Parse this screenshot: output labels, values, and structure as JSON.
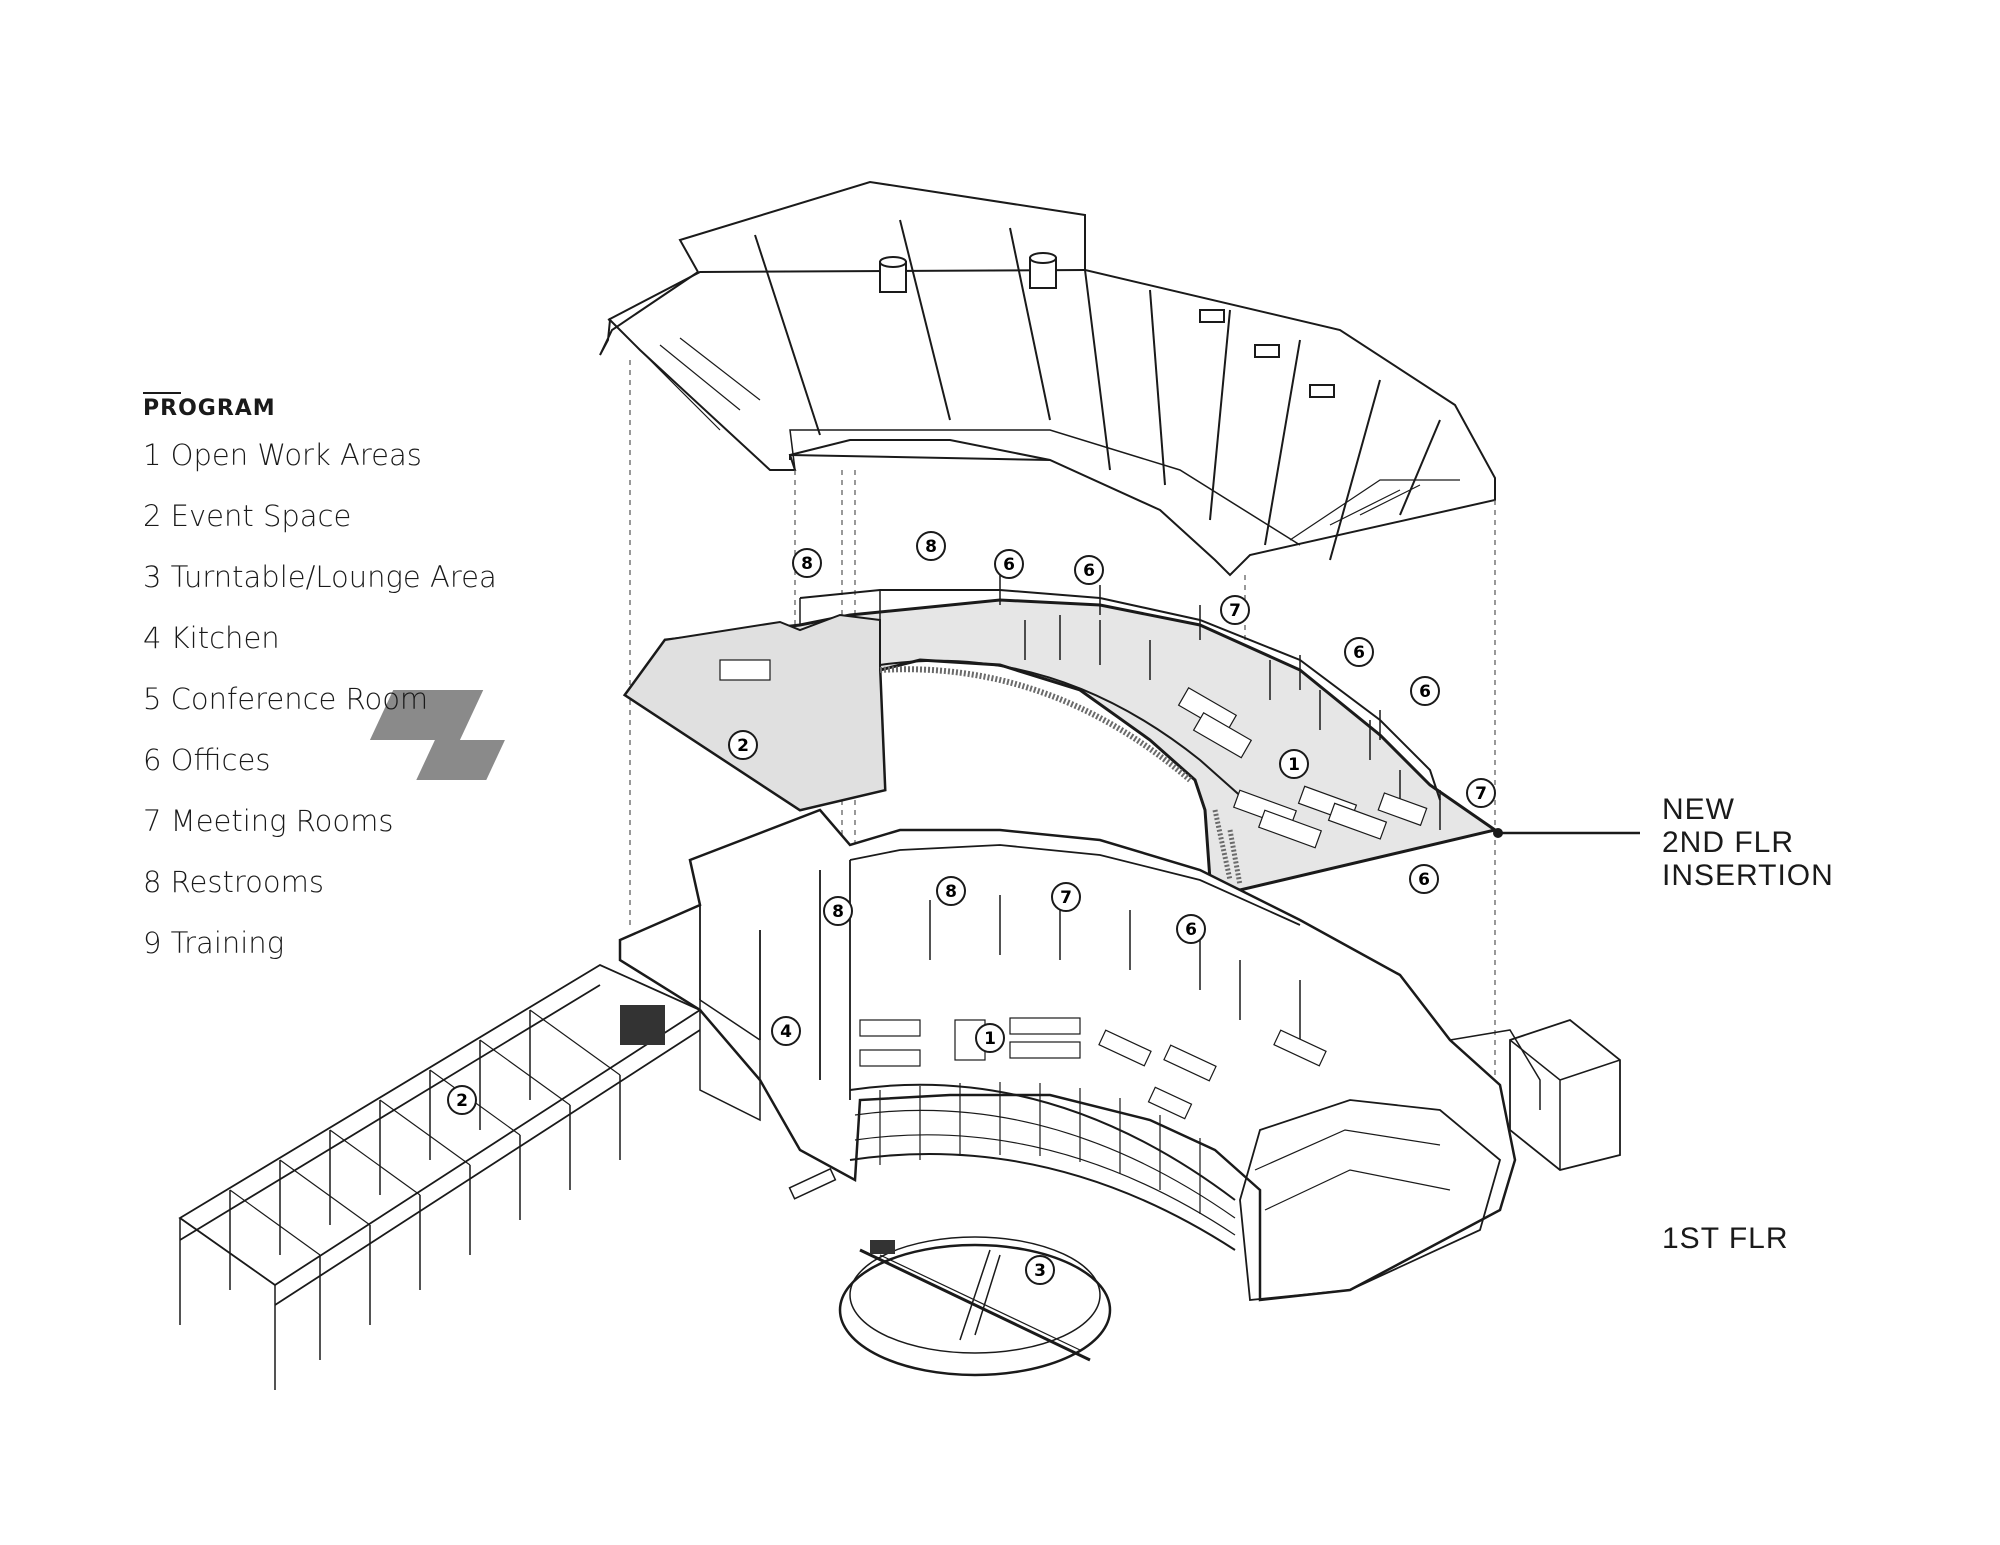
{
  "legend": {
    "title": "PROGRAM",
    "items": [
      "1 Open Work Areas",
      "2 Event Space",
      "3 Turntable/Lounge Area",
      "4 Kitchen",
      "5 Conference Room",
      "6 Offices",
      "7 Meeting Rooms",
      "8 Restrooms",
      "9 Training"
    ]
  },
  "labels": {
    "second_floor": [
      "NEW",
      "2ND FLR",
      "INSERTION"
    ],
    "first_floor": "1ST FLR"
  },
  "callouts": {
    "second_floor": [
      "8",
      "8",
      "6",
      "6",
      "7",
      "6",
      "6",
      "7",
      "6",
      "2",
      "1"
    ],
    "first_floor": [
      "8",
      "8",
      "7",
      "6",
      "4",
      "1",
      "2",
      "3"
    ]
  },
  "colors": {
    "ink": "#1a1a1a",
    "floor_fill": "#e6e6e6",
    "background": "#ffffff"
  }
}
